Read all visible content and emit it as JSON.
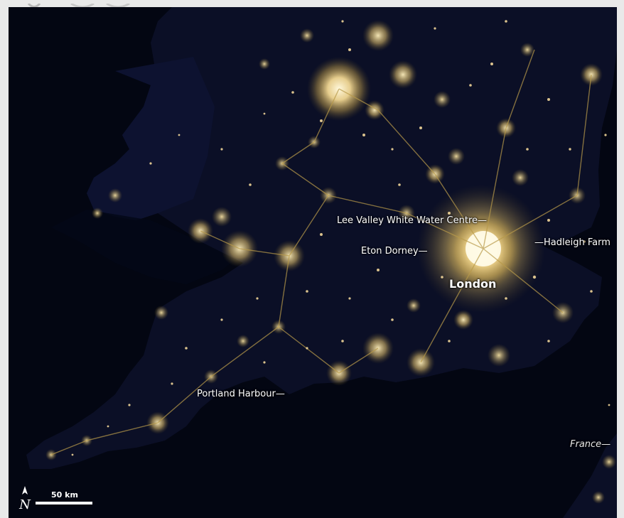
{
  "labels": {
    "lee_valley": "Lee Valley White Water Centre—",
    "eton_dorney": "Eton Dorney—",
    "hadleigh_farm": "—Hadleigh Farm",
    "london": "London",
    "portland_harbour": "Portland Harbour—",
    "france": "France—"
  },
  "scale": {
    "label": "50 km"
  },
  "compass": {
    "icon": "north-arrow-icon"
  },
  "colors": {
    "sea": "#030612",
    "land": "#0b0f26",
    "city_light": "#ffe9a8",
    "label_text": "#ffffff",
    "frame": "#e9e9e9"
  }
}
